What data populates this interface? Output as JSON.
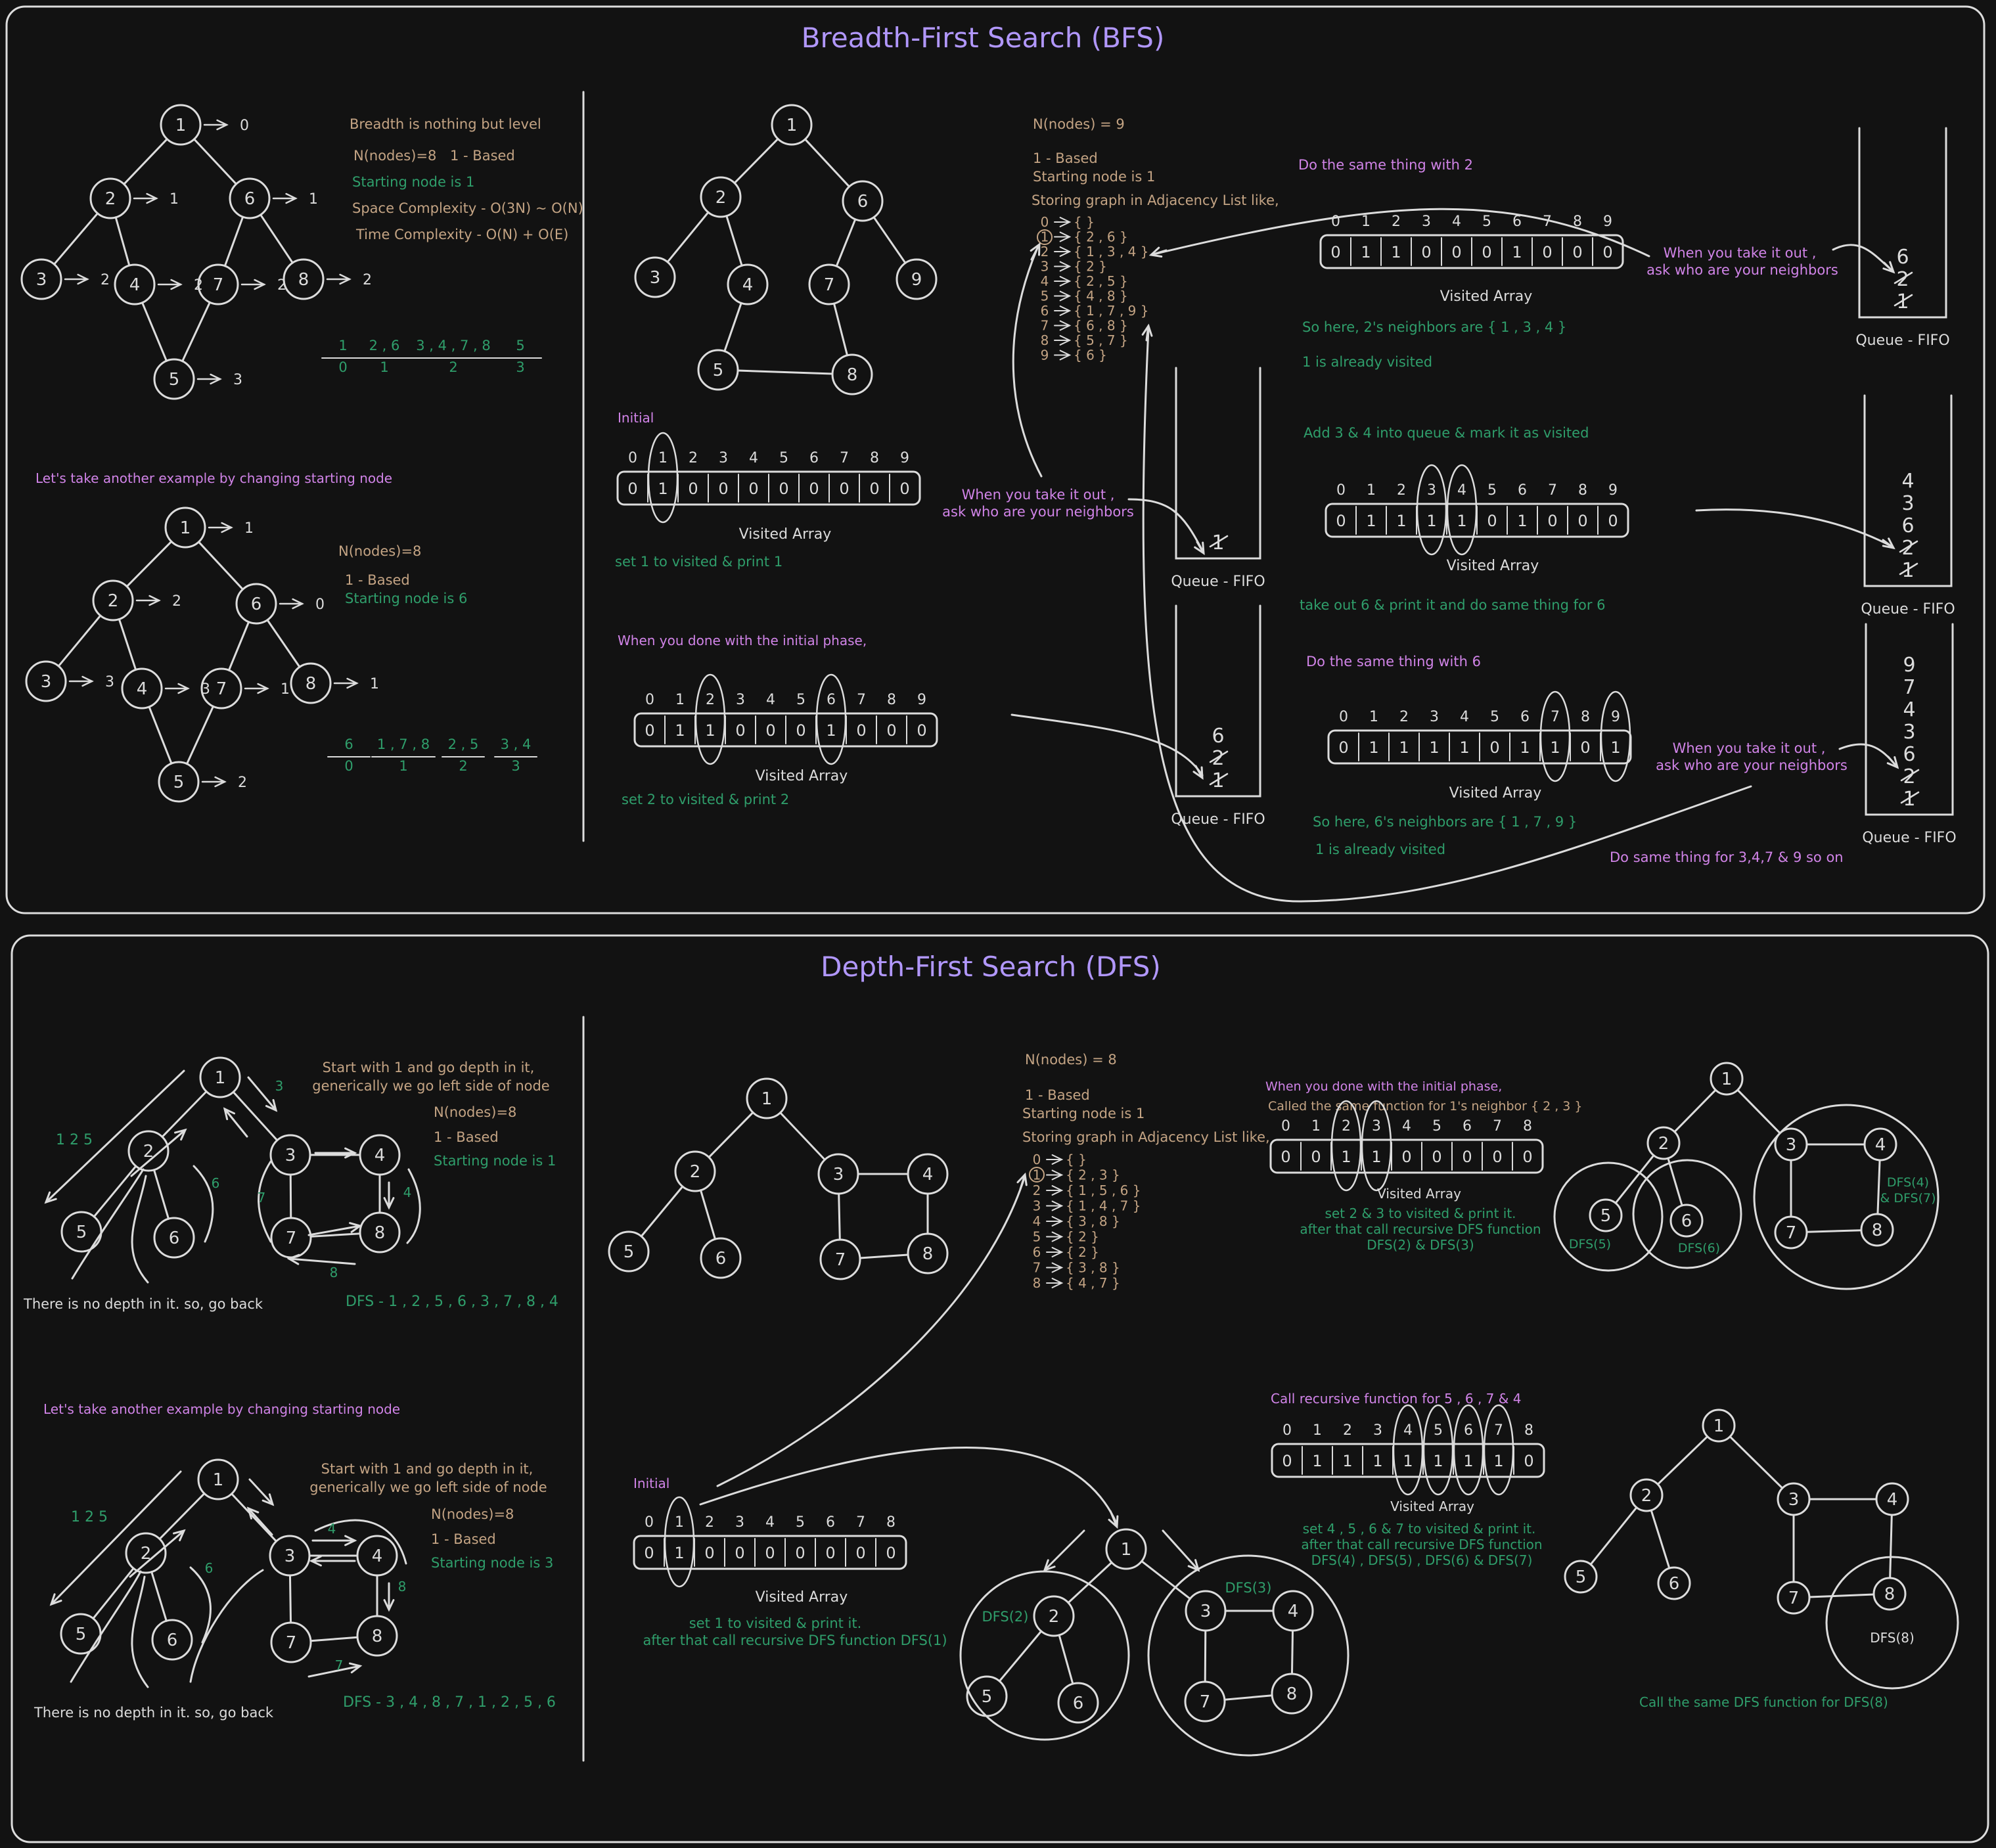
{
  "colors": {
    "bg": "#121212",
    "white": "#dcdcdc",
    "purple": "#b197fc",
    "violet": "#d184e8",
    "green": "#2f9e6b",
    "tan": "#c4a484",
    "muted": "#c8c8c8"
  },
  "bfs": {
    "title": "Breadth-First Search (BFS)",
    "ex1": {
      "nodes": [
        "1",
        "2",
        "3",
        "4",
        "5",
        "6",
        "7",
        "8"
      ],
      "levels": [
        "0",
        "1",
        "2",
        "2",
        "3",
        "1",
        "2",
        "2"
      ],
      "notes": [
        "Breadth is nothing but level",
        "N(nodes)=8",
        "1 - Based",
        "Starting node is 1",
        "Space Complexity - O(3N) ~ O(N)",
        "Time Complexity - O(N) + O(E)"
      ],
      "groups": [
        {
          "nodes": "1",
          "level": "0"
        },
        {
          "nodes": "2 , 6",
          "level": "1"
        },
        {
          "nodes": "3 , 4 , 7 , 8",
          "level": "2"
        },
        {
          "nodes": "5",
          "level": "3"
        }
      ]
    },
    "ex2_caption": "Let's take another example by changing starting node",
    "ex2": {
      "levels": [
        "1",
        "2",
        "3",
        "3",
        "2",
        "0",
        "1",
        "1"
      ],
      "notes": [
        "N(nodes)=8",
        "1 - Based",
        "Starting node is 6"
      ],
      "groups": [
        {
          "nodes": "6",
          "level": "0"
        },
        {
          "nodes": "1 , 7 , 8",
          "level": "1"
        },
        {
          "nodes": "2 , 5",
          "level": "2"
        },
        {
          "nodes": "3 , 4",
          "level": "3"
        }
      ]
    },
    "graph9_nodes": [
      "1",
      "2",
      "6",
      "3",
      "4",
      "7",
      "9",
      "5",
      "8"
    ],
    "adj_notes": [
      "N(nodes) = 9",
      "1 - Based",
      "Starting node is 1",
      "Storing graph in Adjacency List like,"
    ],
    "adj": [
      {
        "i": "0",
        "l": "{ }"
      },
      {
        "i": "1",
        "l": "{ 2 , 6 }"
      },
      {
        "i": "2",
        "l": "{ 1 , 3 , 4 }"
      },
      {
        "i": "3",
        "l": "{ 2 }"
      },
      {
        "i": "4",
        "l": "{ 2 , 5 }"
      },
      {
        "i": "5",
        "l": "{ 4 , 8 }"
      },
      {
        "i": "6",
        "l": "{ 1 , 7 , 9 }"
      },
      {
        "i": "7",
        "l": "{ 6 , 8 }"
      },
      {
        "i": "8",
        "l": "{ 5 , 7 }"
      },
      {
        "i": "9",
        "l": "{ 6 }"
      }
    ],
    "initial_label": "Initial",
    "visited_label": "Visited Array",
    "queue_label": "Queue - FIFO",
    "idx": [
      "0",
      "1",
      "2",
      "3",
      "4",
      "5",
      "6",
      "7",
      "8",
      "9"
    ],
    "arrays": {
      "a1": [
        "0",
        "1",
        "0",
        "0",
        "0",
        "0",
        "0",
        "0",
        "0",
        "0"
      ],
      "a2": [
        "0",
        "1",
        "1",
        "0",
        "0",
        "0",
        "1",
        "0",
        "0",
        "0"
      ],
      "a3": [
        "0",
        "1",
        "1",
        "0",
        "0",
        "0",
        "1",
        "0",
        "0",
        "0"
      ],
      "a4": [
        "0",
        "1",
        "1",
        "1",
        "1",
        "0",
        "1",
        "0",
        "0",
        "0"
      ],
      "a5": [
        "0",
        "1",
        "1",
        "1",
        "1",
        "0",
        "1",
        "1",
        "0",
        "1"
      ]
    },
    "notes": {
      "set1": "set 1 to visited &  print 1",
      "take_out": "When you take it out ,",
      "ask_neighbors": "ask who are your neighbors",
      "done_initial": "When you done with the initial phase,",
      "set2": "set 2 to visited &  print 2",
      "same2": "Do the same thing with 2",
      "n2": "So here, 2's neighbors are { 1 , 3 , 4 }",
      "visited1": "1 is already visited",
      "add34": "Add 3 & 4 into queue & mark it as visited",
      "take6": "take out 6 & print it and do same thing for 6",
      "same6": "Do the same thing with 6",
      "n6": "So here, 6's neighbors are { 1 , 7 , 9 }",
      "visited1b": "1 is already visited",
      "same_rest": "Do same thing for 3,4,7 & 9 so on"
    },
    "queues": {
      "q1": [
        "1"
      ],
      "q2": [
        "6",
        "2",
        "1"
      ],
      "q3": [
        "6",
        "2",
        "1"
      ],
      "q4": [
        "4",
        "3",
        "6",
        "2",
        "1"
      ],
      "q5": [
        "9",
        "7",
        "4",
        "3",
        "6",
        "2",
        "1"
      ]
    }
  },
  "dfs": {
    "title": "Depth-First Search (DFS)",
    "ex1": {
      "notes": [
        "Start with 1 and go depth in it,",
        "generically we go left side of node",
        "N(nodes)=8",
        "1 - Based",
        "Starting node is 1"
      ],
      "nodes": [
        "1",
        "2",
        "5",
        "6",
        "3",
        "4",
        "7",
        "8"
      ],
      "arrow_labels": [
        "1 2 5",
        "3",
        "6",
        "7",
        "4",
        "8"
      ],
      "no_depth": "There is no depth in it. so, go back",
      "order": "DFS - 1 , 2 , 5 , 6 , 3 , 7 , 8 , 4"
    },
    "ex2_caption": "Let's take another example by changing starting node",
    "ex2": {
      "notes": [
        "Start with 1 and go depth in it,",
        "generically we go left side of node",
        "N(nodes)=8",
        "1 - Based",
        "Starting node is 3"
      ],
      "arrow_labels": [
        "1 2 5",
        "6",
        "4",
        "8",
        "7"
      ],
      "no_depth": "There is no depth in it. so, go back",
      "order": "DFS - 3 , 4 , 8 , 7 , 1 , 2 , 5 , 6"
    },
    "adj_notes": [
      "N(nodes) = 8",
      "1 - Based",
      "Starting node is 1",
      "Storing graph in Adjacency List like,"
    ],
    "adj": [
      {
        "i": "0",
        "l": "{ }"
      },
      {
        "i": "1",
        "l": "{ 2 , 3 }"
      },
      {
        "i": "2",
        "l": "{ 1 , 5 , 6 }"
      },
      {
        "i": "3",
        "l": "{ 1 , 4 , 7 }"
      },
      {
        "i": "4",
        "l": "{ 3 , 8 }"
      },
      {
        "i": "5",
        "l": "{ 2 }"
      },
      {
        "i": "6",
        "l": "{ 2 }"
      },
      {
        "i": "7",
        "l": "{ 3 , 8 }"
      },
      {
        "i": "8",
        "l": "{ 4 , 7 }"
      }
    ],
    "idx": [
      "0",
      "1",
      "2",
      "3",
      "4",
      "5",
      "6",
      "7",
      "8"
    ],
    "arrays": {
      "b1": [
        "0",
        "1",
        "0",
        "0",
        "0",
        "0",
        "0",
        "0",
        "0"
      ],
      "b2": [
        "0",
        "0",
        "1",
        "1",
        "0",
        "0",
        "0",
        "0",
        "0"
      ],
      "b3": [
        "0",
        "1",
        "1",
        "1",
        "1",
        "1",
        "1",
        "1",
        "0"
      ]
    },
    "initial_label": "Initial",
    "visited_label": "Visited Array",
    "notes": {
      "set1a": "set 1 to visited & print it.",
      "set1b": "after that call recursive DFS function DFS(1)",
      "done_initial": "When you done with the initial phase,",
      "called_same": "Called the same function for 1's neighbor { 2 , 3 }",
      "set23a": "set 2 & 3 to visited & print it.",
      "set23b": "after that call recursive DFS function",
      "set23c": "DFS(2) & DFS(3)",
      "call_rec": "Call recursive function for 5 , 6 , 7 & 4",
      "set47a": "set 4 , 5 , 6 & 7 to visited & print it.",
      "set47b": "after that call recursive DFS function",
      "set47c": "DFS(4) , DFS(5) , DFS(6) & DFS(7)",
      "call8": "Call the same DFS function for DFS(8)"
    },
    "dfs_labels": {
      "d2": "DFS(2)",
      "d3": "DFS(3)",
      "d5": "DFS(5)",
      "d6": "DFS(6)",
      "d47a": "DFS(4)",
      "d47b": "& DFS(7)",
      "d8": "DFS(8)"
    }
  }
}
